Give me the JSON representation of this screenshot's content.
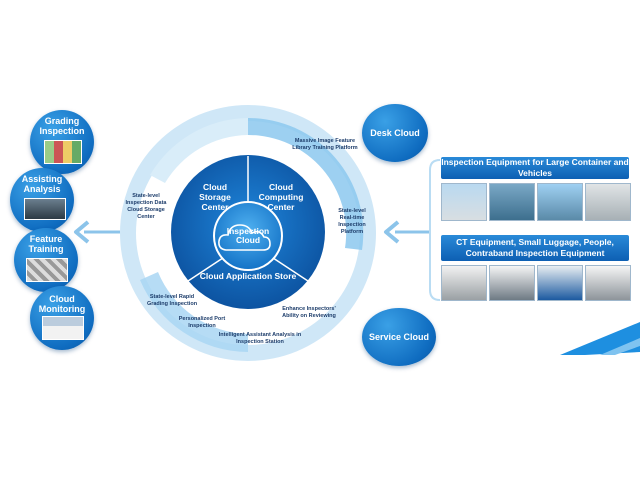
{
  "left_column": {
    "grading": "Grading Inspection",
    "assisting": "Assisting Analysis",
    "training": "Feature Training",
    "monitoring": "Cloud Monitoring"
  },
  "center": {
    "storage": "Cloud Storage Center",
    "computing": "Cloud Computing Center",
    "inspection": "Inspection Cloud",
    "app_store": "Cloud Application Store"
  },
  "ring_text": {
    "storage_platform": "State-level Inspection Data Cloud Storage Center",
    "image_platform": "Massive Image Feature Library Training Platform",
    "realtime_platform": "State-level Real-time Inspection Platform",
    "rapid_grading": "State-level Rapid Grading Inspection",
    "personalized": "Personalized Port Inspection",
    "assistant": "Intelligent Assistant Analysis in Inspection Station",
    "enhance": "Enhance Inspectors' Ability on Reviewing"
  },
  "clouds": {
    "desk": "Desk Cloud",
    "service": "Service Cloud"
  },
  "equipment": {
    "large_title": "Inspection Equipment for Large Container and Vehicles",
    "ct_title": "CT Equipment, Small Luggage, People, Contraband Inspection Equipment"
  },
  "colors": {
    "primary": "#0d5fb3",
    "light_ring": "#b9dcf3",
    "arrow": "#8cc4ea"
  }
}
